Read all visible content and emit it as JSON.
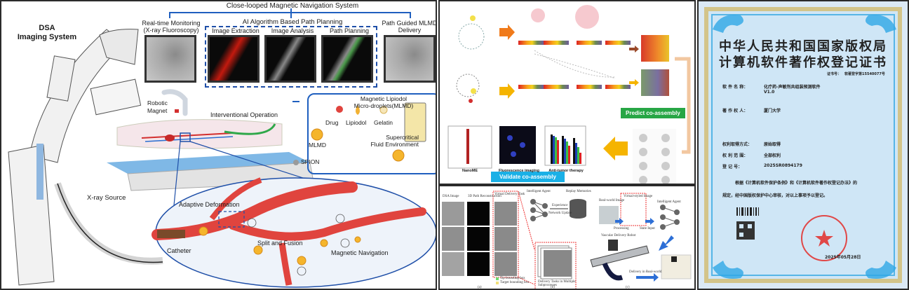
{
  "panel1": {
    "system_title": "Close-looped Magnetic Navigation System",
    "dsa_label_line1": "DSA",
    "dsa_label_line2": "Imaging System",
    "monitoring_line1": "Real-time Monitoring",
    "monitoring_line2": "(X-ray Fluoroscopy)",
    "ai_title": "AI Algorithm Based Path Planning",
    "steps": [
      "Image Extraction",
      "Image Analysis",
      "Path Planning"
    ],
    "delivery_line1": "Path Guided MLMD",
    "delivery_line2": "Delivery",
    "robotic_line1": "Robotic",
    "robotic_line2": "Magnet",
    "interventional": "Interventional Operation",
    "mlmd_title_line1": "Magnetic Lipiodol",
    "mlmd_title_line2": "Micro-droplets(MLMD)",
    "ingredients": [
      "Drug",
      "Lipiodol",
      "Gelatin"
    ],
    "mlmd": "MLMD",
    "supercritical_line1": "Supercritical",
    "supercritical_line2": "Fluid Environment",
    "spion": "SPION",
    "xray_source": "X-ray Source",
    "adaptive": "Adaptive Deformation",
    "split_fusion": "Split and Fusion",
    "magnetic_nav": "Magnetic Navigation",
    "catheter": "Catheter"
  },
  "panel2": {
    "predict_button": "Predict co-assembly",
    "validate_button": "Validate co-assembly",
    "captions": [
      "NanoME",
      "Fluorescence imaging",
      "Anti-tumor therapy"
    ],
    "colors": {
      "predict": "#27a645",
      "validate": "#1ab0e6",
      "arrow_orange": "#f07a1a",
      "arrow_yellow": "#f5b400"
    }
  },
  "panel3": {
    "col_headers": [
      "DSA Image",
      "3D Path Reconstruction",
      "Virtual Delivery Task"
    ],
    "agent_label": "Intelligent Agent",
    "replay_label": "Replay Memories",
    "experience": "Experience",
    "network_update": "Network Update",
    "episodes_label": "Delivery Tasks in Multiple Subprocesses",
    "real_world_image": "Real-world Image",
    "virtual_styled_image": "Virtual-styled Image",
    "processing": "Processing",
    "state_input": "State Input",
    "agent_label_2": "Intelligent Agent",
    "robot_label": "Vascular Delivery Robot",
    "delivery_real": "Delivery in Real-world",
    "legend": [
      "Tip bounding box",
      "Target bounding box"
    ],
    "sublabels": [
      "(a)",
      "(b)",
      "(c)"
    ]
  },
  "panel4": {
    "title_line1": "中华人民共和国国家版权局",
    "title_line2": "计算机软件著作权登记证书",
    "cert_no_label": "证书号：",
    "cert_no": "软著登字第15540077号",
    "fields": [
      {
        "label": "软 件 名 称：",
        "value": "化疗药-声敏剂共组装预测软件"
      },
      {
        "label": "",
        "value": "V1.0"
      },
      {
        "label": "著 作 权 人：",
        "value": "厦门大学"
      },
      {
        "label": "权利取得方式：",
        "value": "原始取得"
      },
      {
        "label": "权 利 范 围：",
        "value": "全部权利"
      },
      {
        "label": "登   记   号：",
        "value": "2025SR0894179"
      }
    ],
    "statement_line1": "根据《计算机软件保护条例》和《计算机软件著作权登记办法》的",
    "statement_line2": "规定，经中国版权保护中心审核，对以上事项予以登记。",
    "date": "2025年05月28日",
    "colors": {
      "stamp": "#e04848",
      "border_gold": "#d3c48a",
      "border_blue": "#56b5e6"
    }
  }
}
